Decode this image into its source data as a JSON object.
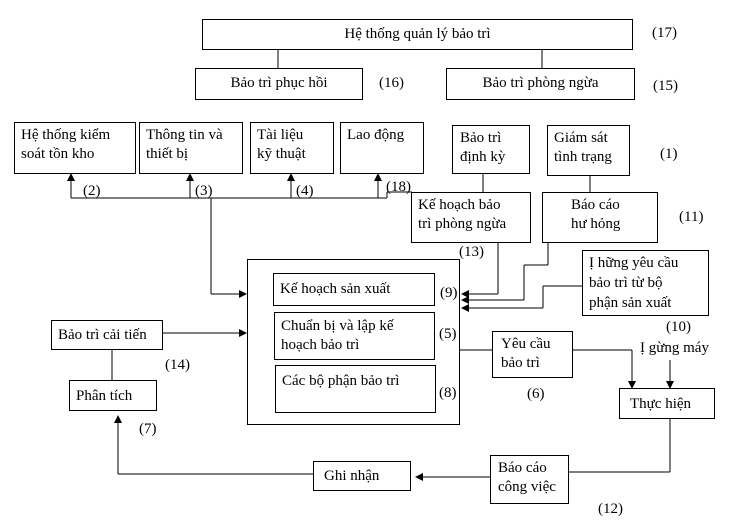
{
  "nodes": {
    "system": "Hệ thống quản lý bảo trì",
    "corrective": "Bảo trì phục hồi",
    "preventive": "Bảo trì phòng ngừa",
    "inventory": "Hệ thống kiểm\nsoát tồn kho",
    "equipment_info": "Thông tin và\nthiết bị",
    "tech_docs": "Tài liệu\nkỹ thuật",
    "labor": "Lao động",
    "periodic": "Bảo trì\nđịnh kỳ",
    "condition_monitoring": "Giám sát\ntình trạng",
    "pm_plan": "Kế hoạch bảo\ntrì phòng ngừa",
    "failure_report": "Báo cáo\như hỏng",
    "production_request": "Ị hững yêu cầu\nbảo trì từ bộ\nphận sản xuất",
    "production_plan": "Kế hoạch sản xuất",
    "prep_plan": "Chuẩn bị và lập kế\nhoạch bảo trì",
    "maint_depts": "Các bộ phận bảo trì",
    "improvement": "Bảo trì cải tiến",
    "analysis": "Phân tích",
    "request": "Yêu cầu\nbảo trì",
    "machine_stop": "Ị gừng máy",
    "execute": "Thực hiện",
    "work_report": "Báo cáo\ncông việc",
    "record": "Ghi nhận"
  },
  "labels": {
    "n17": "(17)",
    "n16": "(16)",
    "n15": "(15)",
    "n1": "(1)",
    "n2": "(2)",
    "n3": "(3)",
    "n4": "(4)",
    "n18": "(18)",
    "n13": "(13)",
    "n11": "(11)",
    "n9": "(9)",
    "n10": "(10)",
    "n5": "(5)",
    "n8": "(8)",
    "n14": "(14)",
    "n7": "(7)",
    "n6": "(6)",
    "n12": "(12)"
  }
}
